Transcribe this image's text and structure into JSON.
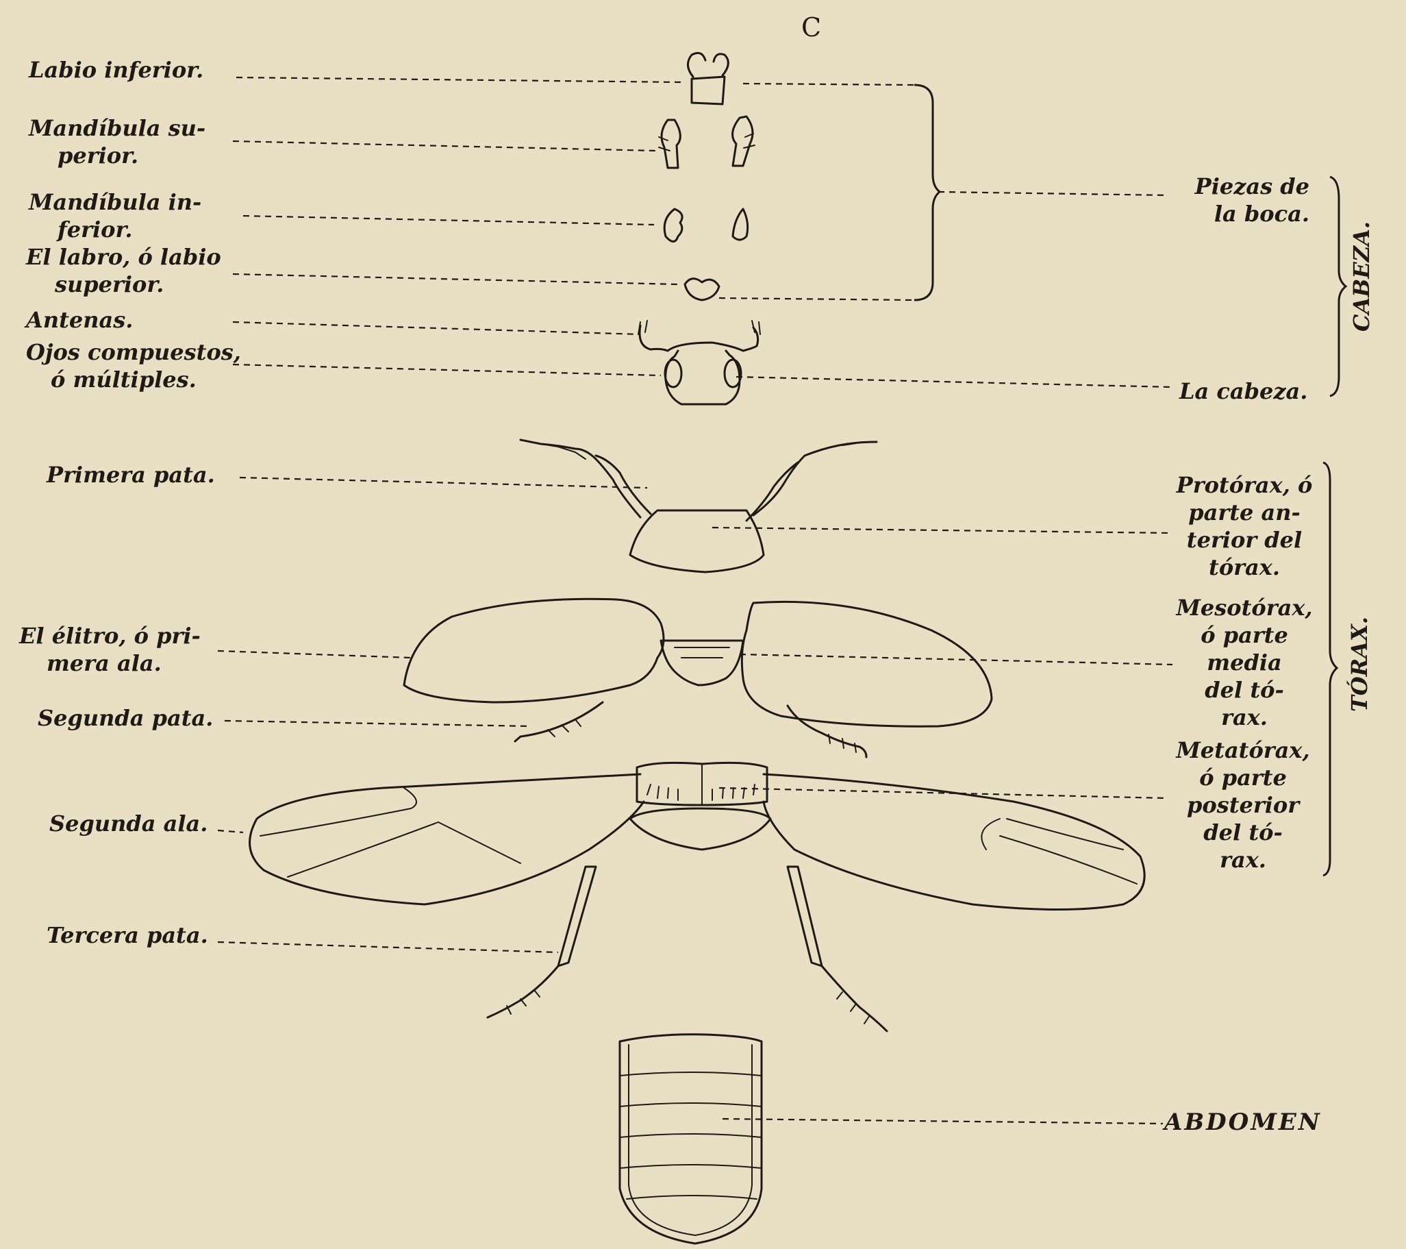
{
  "figure_letter": "C",
  "left_labels": {
    "labio_inferior": [
      "Labio inferior."
    ],
    "mandibula_superior": [
      "Mandíbula su-",
      "perior."
    ],
    "mandibula_inferior": [
      "Mandíbula in-",
      "ferior."
    ],
    "labro": [
      "El labro, ó labio",
      "superior."
    ],
    "antenas": [
      "Antenas."
    ],
    "ojos": [
      "Ojos compuestos,",
      "ó múltiples."
    ],
    "primera_pata": [
      "Primera pata."
    ],
    "elitro": [
      "El élitro, ó pri-",
      "mera ala."
    ],
    "segunda_pata": [
      "Segunda pata."
    ],
    "segunda_ala": [
      "Segunda ala."
    ],
    "tercera_pata": [
      "Tercera pata."
    ]
  },
  "right_labels": {
    "piezas_boca": [
      "Piezas de",
      "la boca."
    ],
    "la_cabeza": [
      "La cabeza."
    ],
    "protorax": [
      "Protórax, ó",
      "parte an-",
      "terior del",
      "tórax."
    ],
    "mesotorax": [
      "Mesotórax,",
      "ó parte",
      "media",
      "del tó-",
      "rax."
    ],
    "metatorax": [
      "Metatórax,",
      "ó parte",
      "posterior",
      "del tó-",
      "rax."
    ],
    "abdomen": "ABDOMEN"
  },
  "group_labels": {
    "cabeza": "CABEZA.",
    "torax": "TÓRAX."
  }
}
